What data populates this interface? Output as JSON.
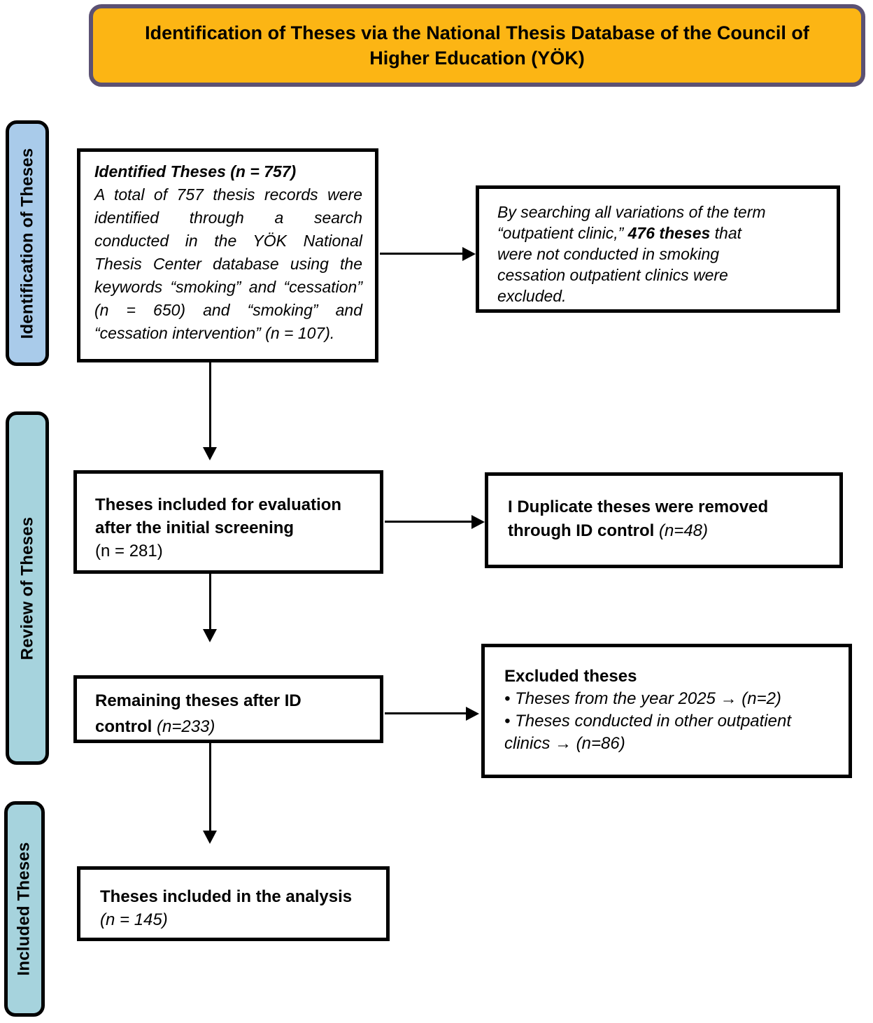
{
  "header": {
    "title": "Identification of Theses via the National Thesis Database of the Council of Higher Education (YÖK)"
  },
  "colors": {
    "banner_fill": "#FCB514",
    "banner_border": "#5B5173",
    "stage1_fill": "#A9CBEA",
    "stage23_fill": "#A6D3DD",
    "box_border": "#000000",
    "background": "#FFFFFF"
  },
  "sidebar": {
    "stages": [
      {
        "label": "Identification of Theses"
      },
      {
        "label": "Review of Theses"
      },
      {
        "label": "Included Theses"
      }
    ]
  },
  "flow": {
    "identified": {
      "title": "Identified Theses (n = 757)",
      "body": "A total of 757 thesis records were identified through a search conducted in the YÖK National Thesis Center database using the keywords “smoking” and “cessation” (n = 650) and “smoking” and “cessation intervention” (n = 107)."
    },
    "excluded_outpatient": {
      "text_before": "By searching all variations of the term “outpatient clinic,” ",
      "text_bold": "476 theses",
      "text_after": " that were not conducted in smoking cessation outpatient clinics were excluded."
    },
    "initial_screening": {
      "label": "Theses included for evaluation after the initial screening",
      "count": "(n = 281)"
    },
    "duplicates_removed": {
      "label": "I Duplicate theses were removed through ID control",
      "count": " (n=48)"
    },
    "remaining": {
      "label": "Remaining theses after ID ",
      "label2": "control",
      "count": " (n=233)"
    },
    "excluded_theses": {
      "title": "Excluded theses",
      "bullets": [
        "• Theses from the year 2025 → (n=2)",
        "• Theses conducted in other outpatient clinics → (n=86)"
      ]
    },
    "included": {
      "label": "Theses included in the analysis",
      "count": "(n = 145)"
    }
  }
}
